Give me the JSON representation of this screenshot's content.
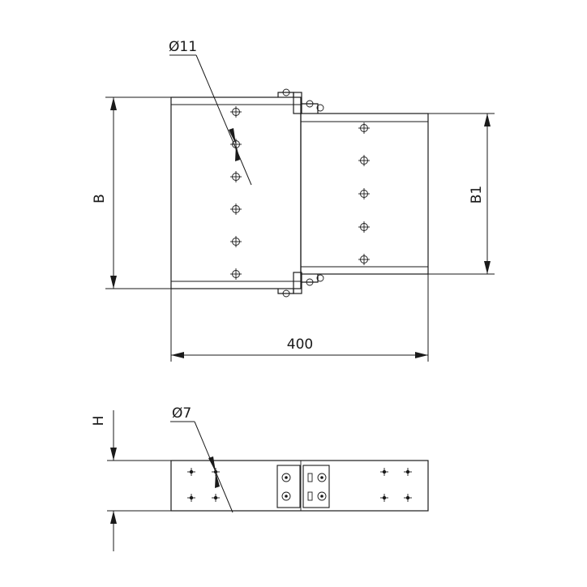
{
  "labels": {
    "diameter_top": "Ø11",
    "dim_b": "B",
    "dim_b1": "B1",
    "dim_width": "400",
    "diameter_bottom": "Ø7",
    "dim_h": "H"
  }
}
